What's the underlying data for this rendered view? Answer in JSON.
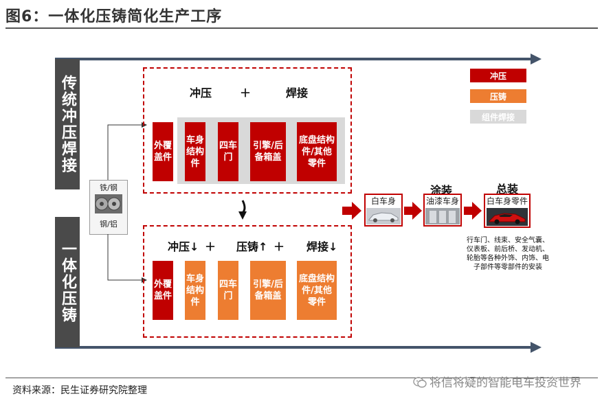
{
  "title": "图6：一体化压铸简化生产工序",
  "source": "资料来源：民生证券研究院整理",
  "watermark": "将信将疑的智能电车投资世界",
  "traditional": {
    "label": "传统冲压焊接",
    "headings": {
      "stamping": "冲压",
      "plus": "＋",
      "welding": "焊接"
    },
    "parts": [
      "外覆盖件",
      "车身结构件",
      "四车门",
      "引擎/后备箱盖",
      "底盘结构件/其他零件"
    ]
  },
  "integrated": {
    "label": "一体化压铸",
    "headings": {
      "stamping": "冲压↓",
      "plus1": "＋",
      "casting": "压铸↑",
      "plus2": "＋",
      "welding": "焊接↓"
    },
    "parts": [
      "外覆盖件",
      "车身结构件",
      "四车门",
      "引擎/后备箱盖",
      "底盘结构件/其他零件"
    ]
  },
  "materials": {
    "top": "铁/钢",
    "bottom": "钢/铝"
  },
  "legend": [
    {
      "label": "冲压",
      "color": "#c00000"
    },
    {
      "label": "压铸",
      "color": "#ed7d31"
    },
    {
      "label": "组件焊接",
      "color": "#d9d9d9"
    }
  ],
  "stages": {
    "body_in_white": "白车身",
    "painting_title": "涂装",
    "painted_body": "油漆车身",
    "assembly_title": "总装",
    "assembly_parts": "白车身零件"
  },
  "assembly_note": "行车门、线束、安全气囊、仪表板、前后桥、发动机、轮胎等各种外饰、内饰、电子部件等零部件的安装"
}
